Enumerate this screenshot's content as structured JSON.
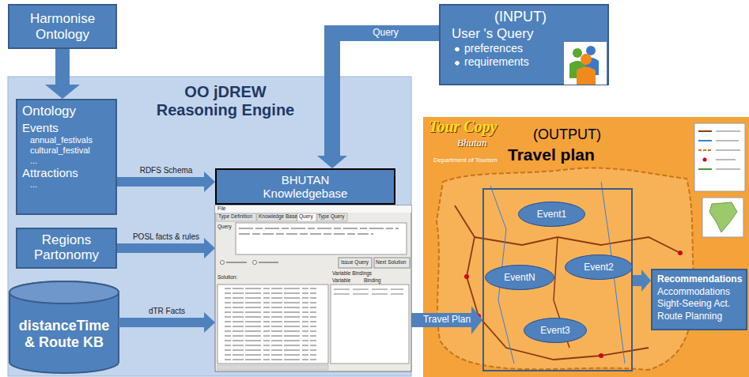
{
  "diagram": {
    "nodes": [
      {
        "text": [
          "Harmonise Ontology"
        ]
      },
      {
        "text": [
          "OO jDREW Reasoning Engine"
        ]
      },
      {
        "text": [
          "Ontology",
          "Events",
          "annual_festivals",
          "cultural_festival",
          "...",
          "Attractions",
          "..."
        ],
        "in": 1
      },
      {
        "text": [
          "Regions Partonomy"
        ],
        "in": 1
      },
      {
        "text": [
          "distanceTime & Route KB"
        ],
        "in": 1
      },
      {
        "text": [
          "BHUTAN Knowledgebase"
        ],
        "in": 1
      },
      {
        "text": [
          "(INPUT)",
          "User 's Query",
          "preferences",
          "requirements"
        ]
      },
      {
        "text": [
          "(OUTPUT)",
          "Travel plan"
        ]
      },
      {
        "text": [
          "Event1"
        ],
        "in": 7
      },
      {
        "text": [
          "Event2"
        ],
        "in": 7
      },
      {
        "text": [
          "Event3"
        ],
        "in": 7
      },
      {
        "text": [
          "EventN"
        ],
        "in": 7
      },
      {
        "text": [
          "Recommendations",
          "Accommodations",
          "Sight-Seeing Act.",
          "Route Planning"
        ]
      }
    ],
    "edges": [
      {
        "from": 0,
        "to": 2,
        "arrow": "to"
      },
      {
        "from": 2,
        "to": 5,
        "label": "RDFS Schema",
        "arrow": "to"
      },
      {
        "from": 3,
        "to": 5,
        "label": "POSL facts & rules",
        "arrow": "to"
      },
      {
        "from": 4,
        "to": 5,
        "label": "dTR Facts",
        "arrow": "to"
      },
      {
        "from": 6,
        "to": 5,
        "label": "Query",
        "arrow": "to"
      },
      {
        "from": 5,
        "to": 7,
        "label": "Travel Plan",
        "arrow": "to"
      },
      {
        "from": 7,
        "to": 12,
        "arrow": "to"
      }
    ],
    "labels": [
      "Tour Copy",
      "Bhutan",
      "Department of Tourism",
      "File",
      "Type Definition",
      "Knowledge Base",
      "Query",
      "Type Query",
      "Query",
      "Issue Query",
      "Next Solution",
      "Solution:",
      "Variable Bindings",
      "Variable",
      "Binding"
    ]
  }
}
